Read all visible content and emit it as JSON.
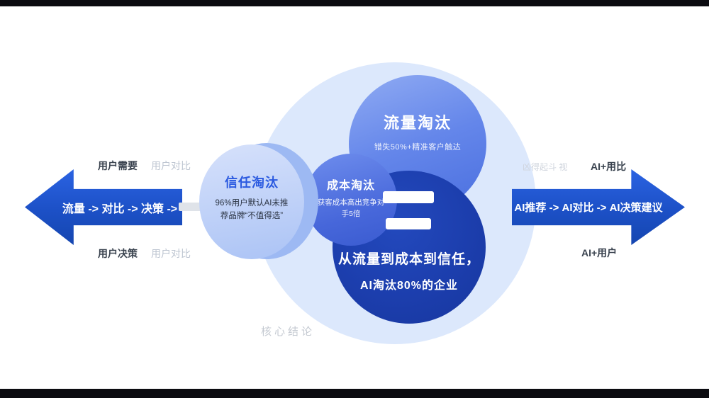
{
  "page": {
    "caption": "核心结论"
  },
  "colors": {
    "arrow_blue": "#1c50c6",
    "traffic_circle_blue": "#5c80e8",
    "trust_circle_light_blue": "#bfd1f8",
    "trust_title_blue": "#2b5ae0",
    "cost_circle_blue": "#4767da",
    "conclusion_circle_navy": "#1c3ead",
    "background_halo_blue": "#dce8fc"
  },
  "left_flow": {
    "top_primary": "用户需要",
    "top_secondary": "用户对比",
    "arrow_text": "流量 -> 对比 -> 决策 ->",
    "bottom_primary": "用户决策",
    "bottom_secondary": "用户对比"
  },
  "right_flow": {
    "top_faint": "凶得起斗 视",
    "top_primary": "AI+用比",
    "arrow_text": "AI推荐 -> AI对比 -> AI决策建议",
    "bottom_primary": "AI+用户"
  },
  "circles": {
    "traffic": {
      "title": "流量淘汰",
      "desc": "错失50%+精准客户触达"
    },
    "trust": {
      "title": "信任淘汰",
      "desc": "96%用户默认AI未推荐品牌“不值得选”"
    },
    "cost": {
      "title": "成本淘汰",
      "desc": "获客成本高出竞争对手5倍"
    },
    "conclusion": {
      "line1": "从流量到成本到信任，",
      "line2": "AI淘汰80%的企业"
    }
  }
}
